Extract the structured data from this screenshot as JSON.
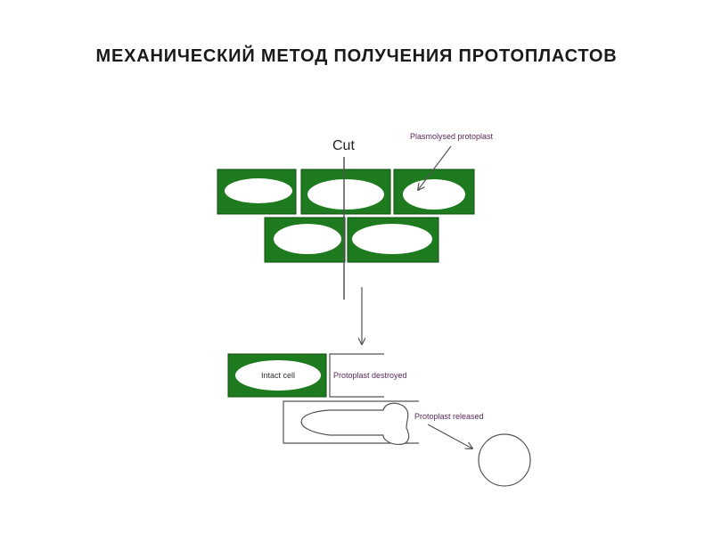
{
  "slide": {
    "title": "МЕХАНИЧЕСКИЙ МЕТОД ПОЛУЧЕНИЯ ПРОТОПЛАСТОВ"
  },
  "diagram": {
    "labels": {
      "cut": "Cut",
      "plasmolysed_protoplast": "Plasmolysed protoplast",
      "intact_cell": "Intact cell",
      "protoplast_destroyed": "Protoplast destroyed",
      "protoplast_released": "Protoplast released"
    },
    "colors": {
      "cell_wall": "#1e7a1e",
      "protoplast": "#ffffff",
      "line": "#555555",
      "label_purple": "#5a2a5a"
    }
  }
}
